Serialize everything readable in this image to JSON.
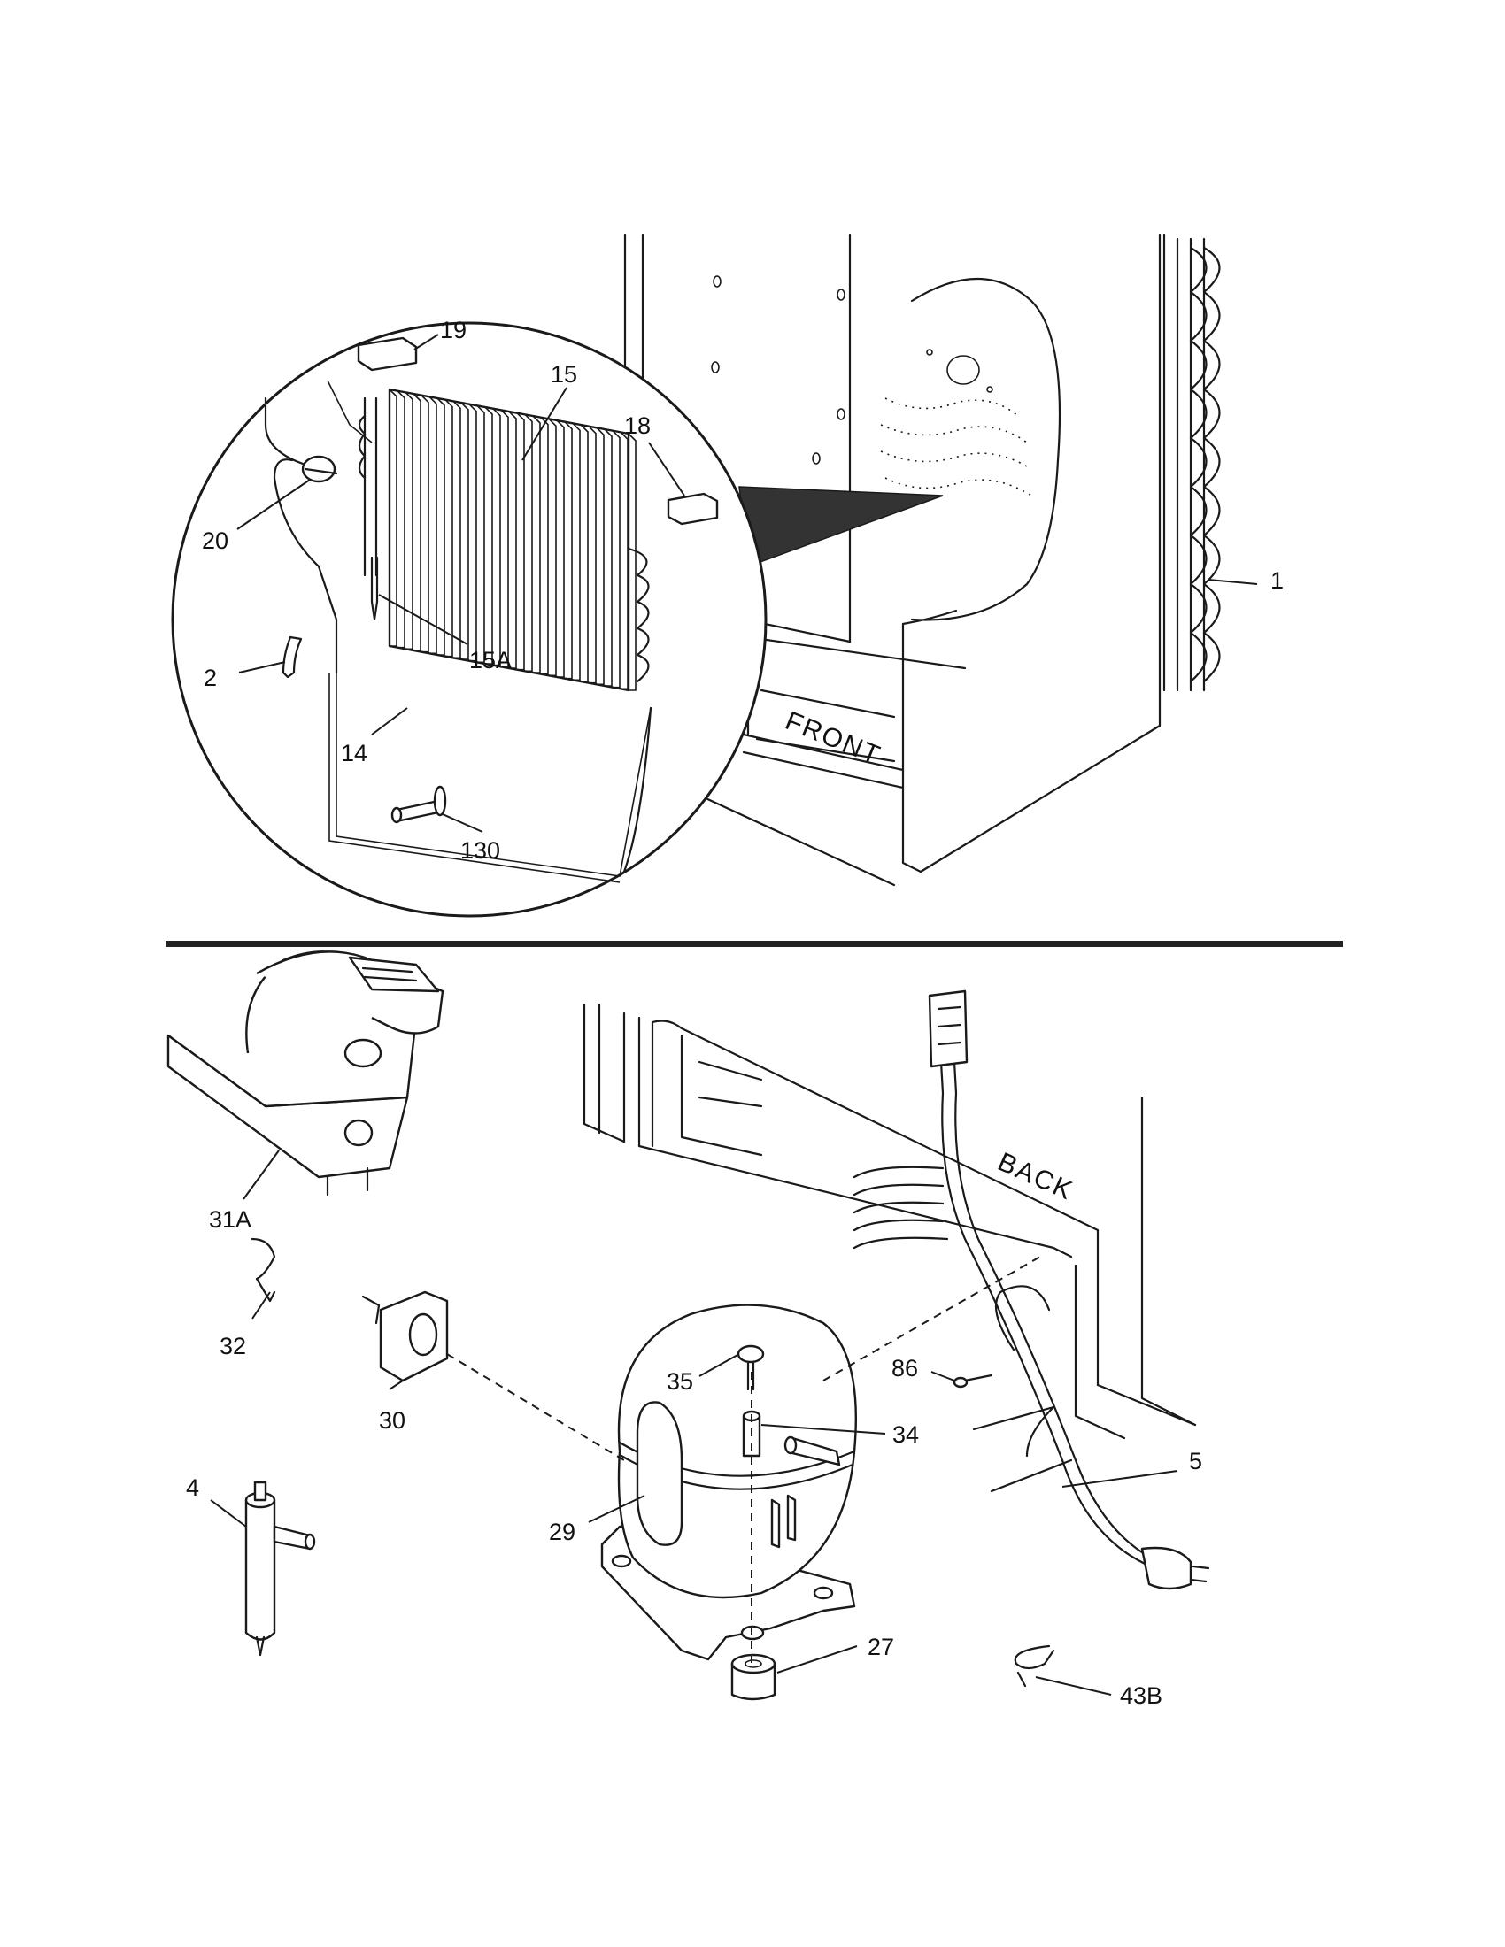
{
  "diagram": {
    "words": {
      "front": "FRONT",
      "back": "BACK"
    },
    "callouts": {
      "p19": "19",
      "p15": "15",
      "p18": "18",
      "p20": "20",
      "p15a": "15A",
      "p2": "2",
      "p14": "14",
      "p130": "130",
      "p1": "1",
      "p31a": "31A",
      "p32": "32",
      "p30": "30",
      "p35": "35",
      "p34": "34",
      "p86": "86",
      "p5": "5",
      "p4": "4",
      "p29": "29",
      "p27": "27",
      "p43b": "43B"
    }
  }
}
